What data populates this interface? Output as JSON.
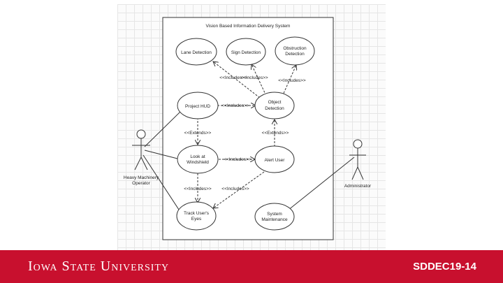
{
  "system": {
    "title": "Vision Based Information Delivery System"
  },
  "use_cases": {
    "lane_detection": "Lane Detection",
    "sign_detection": "Sign Detection",
    "obstruction_detection_1": "Obstruction",
    "obstruction_detection_2": "Detection",
    "project_hud": "Project HUD",
    "object_detection_1": "Object",
    "object_detection_2": "Detection",
    "look_at_windshield_1": "Look at",
    "look_at_windshield_2": "Windshield",
    "alert_user": "Alert User",
    "track_users_eyes_1": "Track User's",
    "track_users_eyes_2": "Eyes",
    "system_maintenance_1": "System",
    "system_maintenance_2": "Maintenance"
  },
  "actors": {
    "operator_1": "Heavy Machinery",
    "operator_2": "Operator",
    "administrator": "Administrator"
  },
  "relations": {
    "includes_lane": "<<Includes>>",
    "includes_sign": "<<Includes>>",
    "includes_obstruction": "<<Includes>>",
    "includes_hud": "<<Includes>>",
    "extends_hud": "<<Extends>>",
    "extends_alert": "<<Extends>>",
    "includes_alert": "<<Includes>>",
    "includes_track_left": "<<Includes>>",
    "includes_track_right": "<<Includes>>"
  },
  "footer": {
    "university": "Iowa State University",
    "code": "SDDEC19-14"
  },
  "colors": {
    "brand_red": "#c8102e"
  }
}
